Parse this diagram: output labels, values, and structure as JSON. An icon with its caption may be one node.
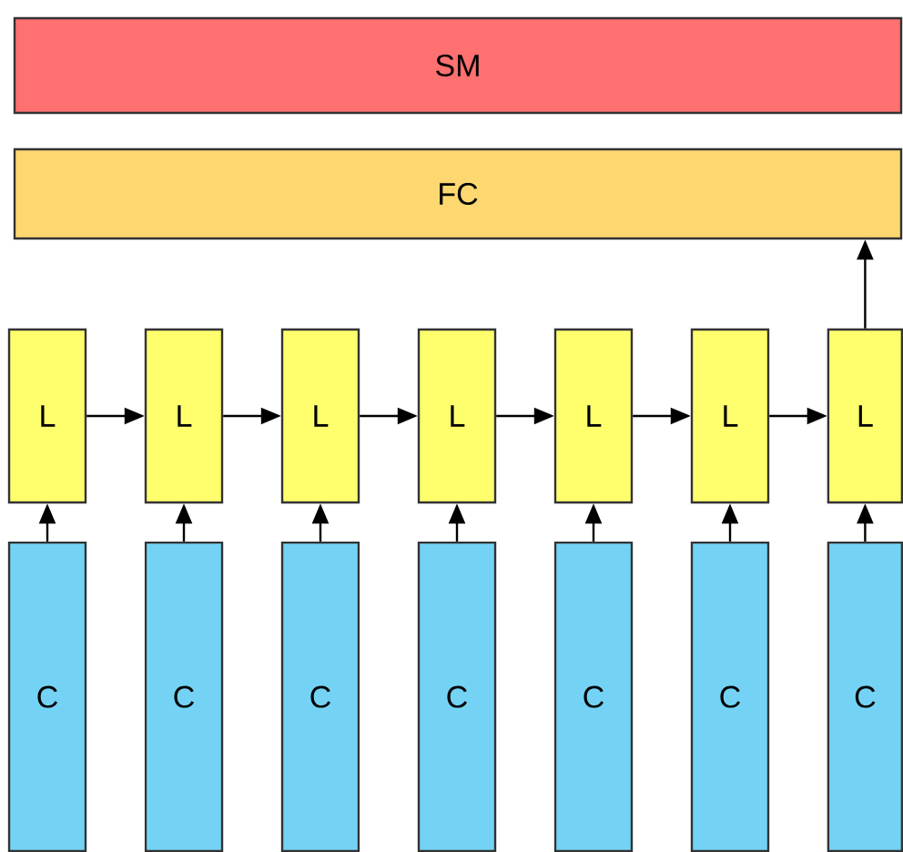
{
  "diagram": {
    "nodes": [
      {
        "text": [
          "SM"
        ]
      },
      {
        "text": [
          "FC"
        ]
      },
      {
        "text": [
          "L"
        ]
      },
      {
        "text": [
          "L"
        ]
      },
      {
        "text": [
          "L"
        ]
      },
      {
        "text": [
          "L"
        ]
      },
      {
        "text": [
          "L"
        ]
      },
      {
        "text": [
          "L"
        ]
      },
      {
        "text": [
          "L"
        ]
      },
      {
        "text": [
          "C"
        ]
      },
      {
        "text": [
          "C"
        ]
      },
      {
        "text": [
          "C"
        ]
      },
      {
        "text": [
          "C"
        ]
      },
      {
        "text": [
          "C"
        ]
      },
      {
        "text": [
          "C"
        ]
      },
      {
        "text": [
          "C"
        ]
      }
    ],
    "edges": [
      {
        "from": 9,
        "to": 2,
        "arrow": "to"
      },
      {
        "from": 10,
        "to": 3,
        "arrow": "to"
      },
      {
        "from": 11,
        "to": 4,
        "arrow": "to"
      },
      {
        "from": 12,
        "to": 5,
        "arrow": "to"
      },
      {
        "from": 13,
        "to": 6,
        "arrow": "to"
      },
      {
        "from": 14,
        "to": 7,
        "arrow": "to"
      },
      {
        "from": 15,
        "to": 8,
        "arrow": "to"
      },
      {
        "from": 2,
        "to": 3,
        "arrow": "to"
      },
      {
        "from": 3,
        "to": 4,
        "arrow": "to"
      },
      {
        "from": 4,
        "to": 5,
        "arrow": "to"
      },
      {
        "from": 5,
        "to": 6,
        "arrow": "to"
      },
      {
        "from": 6,
        "to": 7,
        "arrow": "to"
      },
      {
        "from": 7,
        "to": 8,
        "arrow": "to"
      },
      {
        "from": 8,
        "to": 1,
        "arrow": "to"
      }
    ]
  }
}
